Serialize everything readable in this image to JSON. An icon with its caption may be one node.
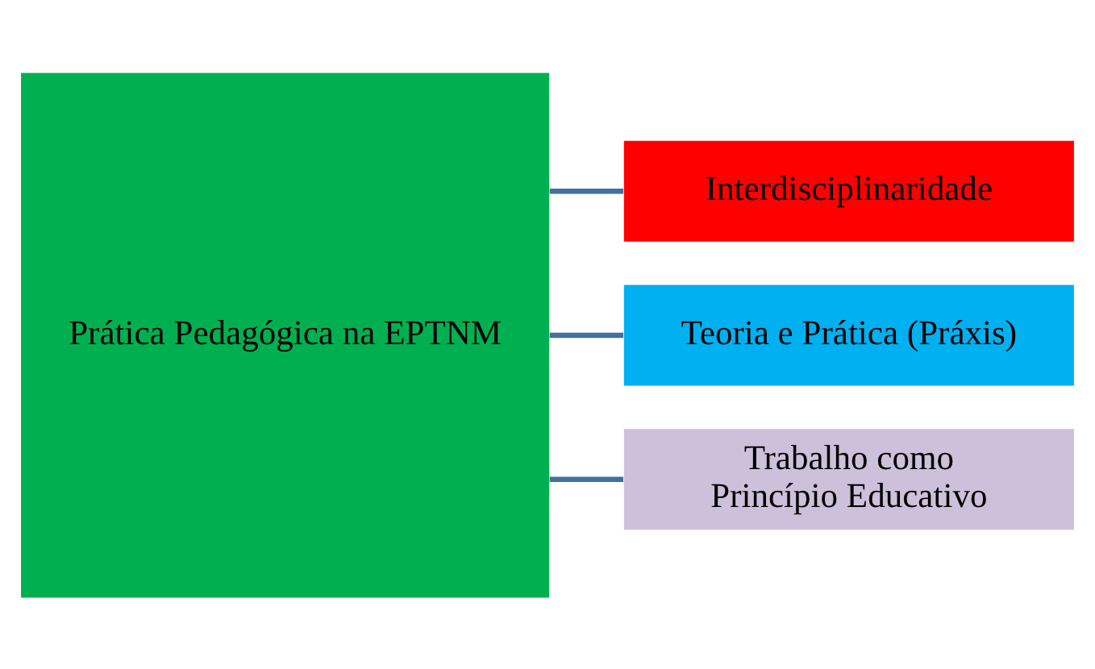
{
  "diagram": {
    "nodes": [
      {
        "text": [
          "Prática Pedagógica na EPTNM"
        ]
      },
      {
        "text": [
          "Interdisciplinaridade"
        ]
      },
      {
        "text": [
          "Teoria e Prática (Práxis)"
        ]
      },
      {
        "text": [
          "Trabalho como Princípio Educativo"
        ]
      }
    ],
    "edges": [
      {
        "from": 0,
        "to": 1,
        "arrow": "none"
      },
      {
        "from": 0,
        "to": 2,
        "arrow": "none"
      },
      {
        "from": 0,
        "to": 3,
        "arrow": "none"
      }
    ]
  }
}
